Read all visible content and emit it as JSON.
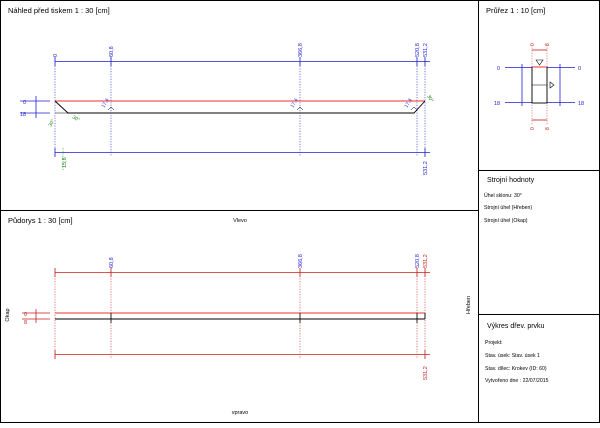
{
  "main_view": {
    "title": "Náhled před tiskem 1 : 30    [cm]",
    "top_dims": [
      "0",
      "60,8",
      "366,8",
      "520,8",
      "531,2"
    ],
    "bottom_dims": [
      "15,6",
      "531,2"
    ],
    "left_levels": [
      "0",
      "18"
    ],
    "angle_labels": [
      "30°",
      "30°",
      "30°"
    ],
    "notch_labels": [
      "17,4",
      "17,4",
      "17,4"
    ]
  },
  "plan_view": {
    "title": "Půdorys 1 : 30    [cm]",
    "side_top": "Vlevo",
    "side_bottom": "vpravo",
    "side_left": "Okap",
    "side_right": "Hřeben",
    "top_dims": [
      "60,8",
      "366,8",
      "520,8",
      "531,2"
    ],
    "bottom_dims": [
      "531,2"
    ],
    "left_levels": [
      "0",
      "8"
    ]
  },
  "section_view": {
    "title": "Průřez 1 : 10    [cm]",
    "left_levels": [
      "0",
      "18"
    ],
    "right_levels": [
      "0",
      "18"
    ],
    "top_dims": [
      "0",
      "8"
    ],
    "bottom_dims": [
      "0",
      "8"
    ]
  },
  "machine_values": {
    "title": "Strojní hodnoty",
    "roof_angle": "Úhel sklonu: 30°",
    "ridge_angle": "Strojní úhel (Hřeben)",
    "eaves_angle": "Strojní úhel (Okap)"
  },
  "drawing_info": {
    "title": "Výkres dřev. prvku",
    "project": "Projekt:",
    "stage": "Stav. úsek: Stav. úsek 1",
    "element": "Stav. dílec: Krokev (ID: 60)",
    "created": "Vytvořeno dne : 22/07/2015"
  },
  "colors": {
    "frame": "#000000",
    "blue_dim": "#1f1fd0",
    "red_dim": "#c81e1e",
    "green_dim": "#1a8a1a",
    "beam_red": "#e83030"
  }
}
